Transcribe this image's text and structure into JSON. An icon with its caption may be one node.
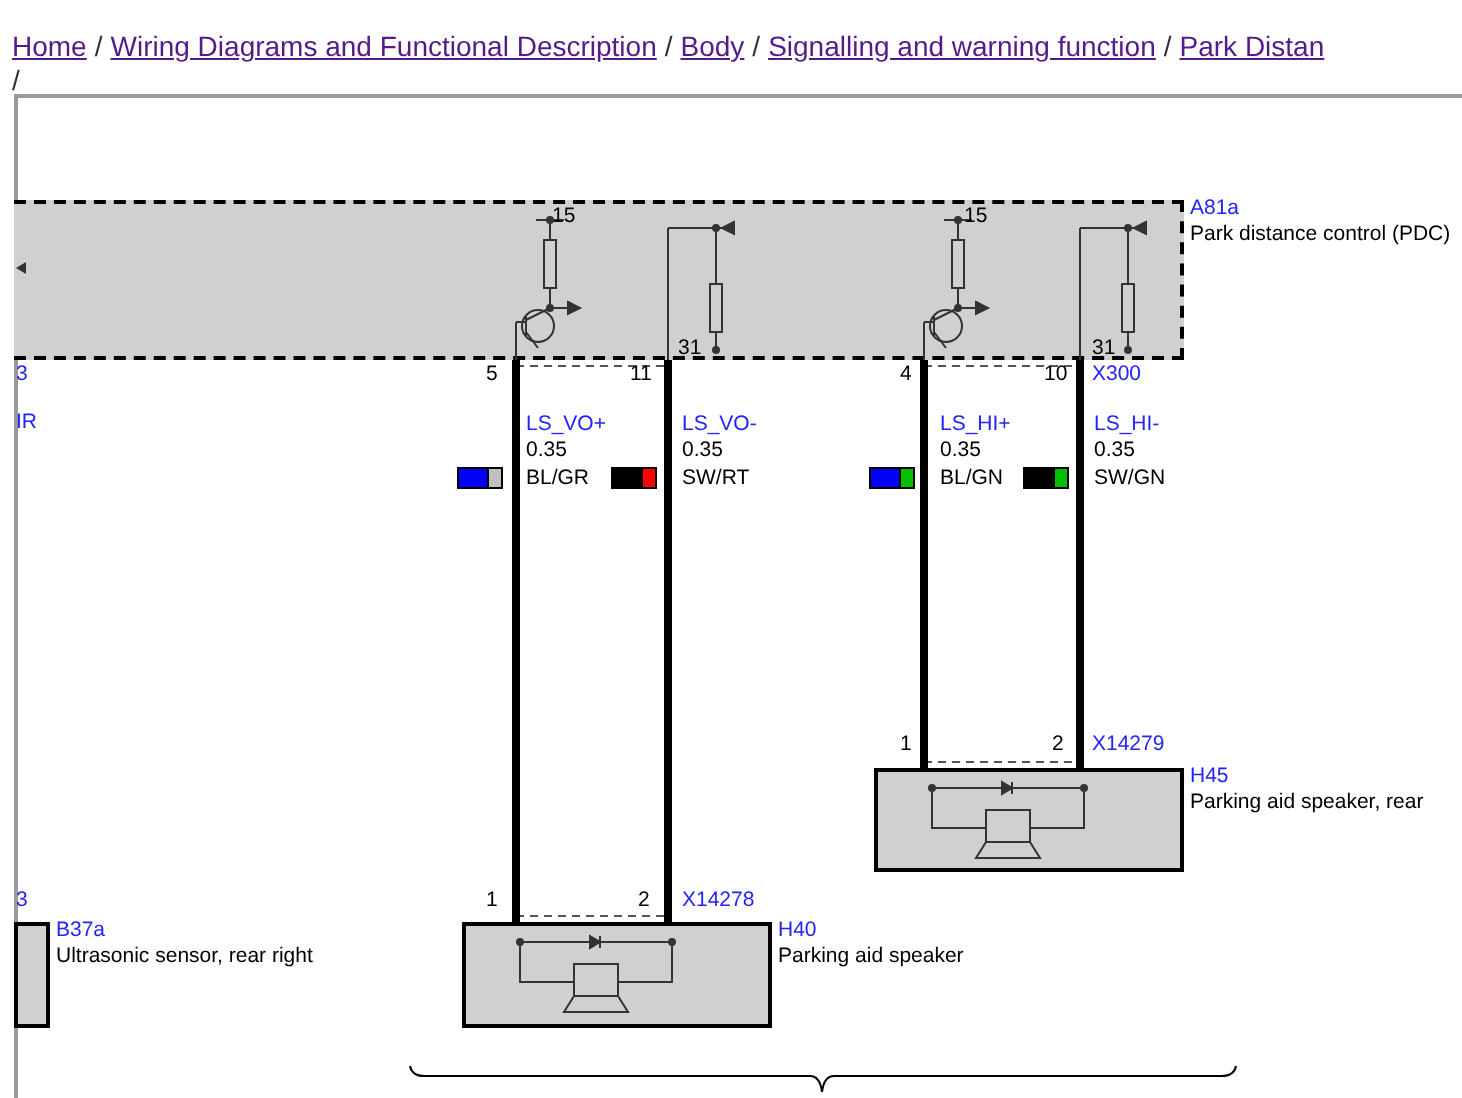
{
  "diagram": {
    "nodes": [
      {
        "text": [
          "A81a",
          "Park distance control (PDC)"
        ]
      },
      {
        "text": [
          "H45",
          "Parking aid speaker, rear"
        ]
      },
      {
        "text": [
          "H40",
          "Parking aid speaker"
        ]
      },
      {
        "text": [
          "B37a",
          "Ultrasonic sensor, rear right"
        ]
      }
    ],
    "edges": [
      {
        "from": 0,
        "to": 2,
        "arrow": "none",
        "label": "LS_VO+"
      },
      {
        "from": 0,
        "to": 2,
        "arrow": "none",
        "label": "LS_VO-"
      },
      {
        "from": 0,
        "to": 1,
        "arrow": "none",
        "label": "LS_HI+"
      },
      {
        "from": 0,
        "to": 1,
        "arrow": "none",
        "label": "LS_HI-"
      }
    ],
    "labels": [
      "Home",
      "/",
      "Wiring Diagrams and Functional Description",
      "/",
      "Body",
      "/",
      "Signalling and warning function",
      "/",
      "Park Distan",
      "/",
      "15",
      "15",
      "31",
      "31",
      "3",
      "5",
      "11",
      "4",
      "10",
      "X300",
      "IR",
      "0.35",
      "0.35",
      "0.35",
      "0.35",
      "BL/GR",
      "SW/RT",
      "BL/GN",
      "SW/GN",
      "1",
      "2",
      "X14279",
      "3",
      "1",
      "2",
      "X14278"
    ]
  }
}
